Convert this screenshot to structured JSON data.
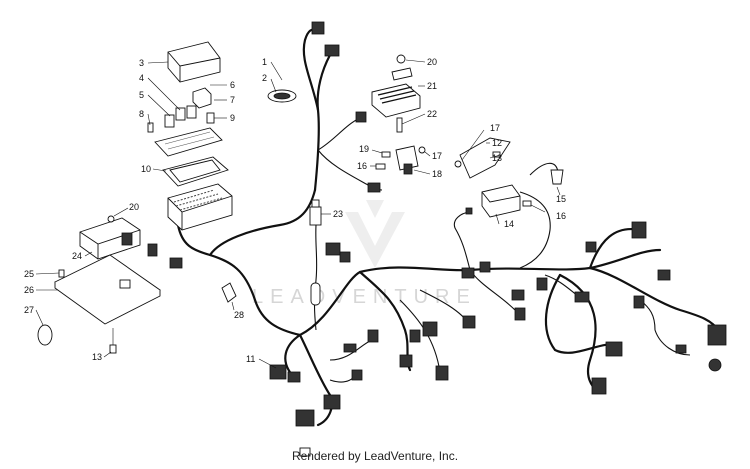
{
  "watermark": "LEADVENTURE",
  "footer": "Rendered by LeadVenture, Inc.",
  "callouts": [
    "1",
    "2",
    "3",
    "4",
    "5",
    "6",
    "7",
    "8",
    "9",
    "10",
    "11",
    "12",
    "13",
    "13",
    "14",
    "15",
    "16",
    "16",
    "17",
    "17",
    "18",
    "19",
    "20",
    "20",
    "21",
    "22",
    "23",
    "24",
    "25",
    "26",
    "27",
    "28"
  ]
}
